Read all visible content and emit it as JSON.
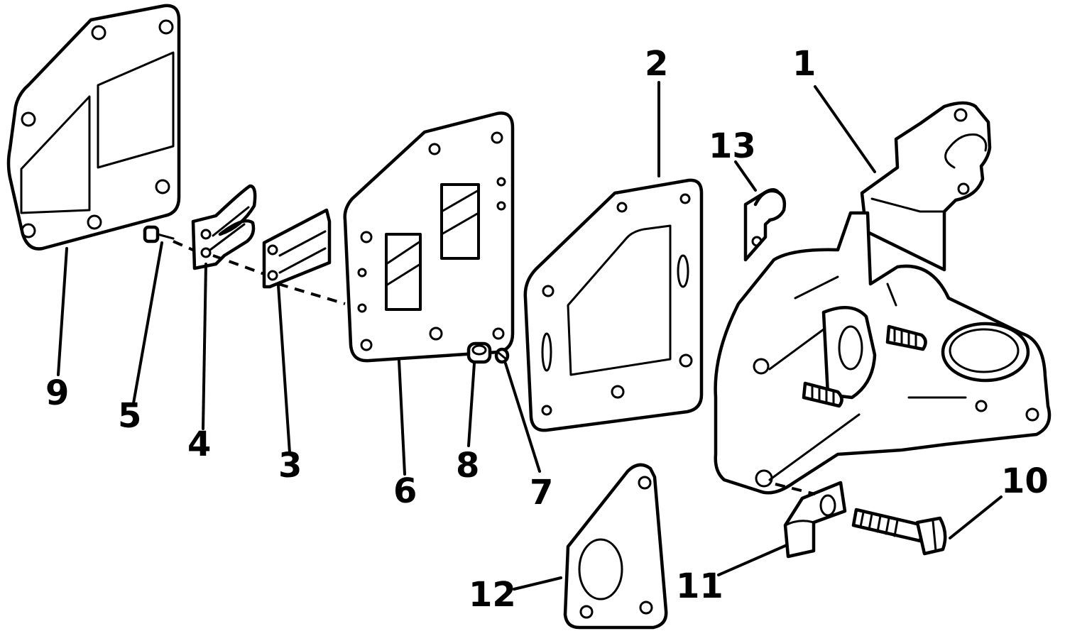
{
  "colors": {
    "ink": "#000000",
    "paper": "#ffffff"
  },
  "callouts": [
    {
      "id": "1",
      "text": "1"
    },
    {
      "id": "2",
      "text": "2"
    },
    {
      "id": "3",
      "text": "3"
    },
    {
      "id": "4",
      "text": "4"
    },
    {
      "id": "5",
      "text": "5"
    },
    {
      "id": "6",
      "text": "6"
    },
    {
      "id": "7",
      "text": "7"
    },
    {
      "id": "8",
      "text": "8"
    },
    {
      "id": "9",
      "text": "9"
    },
    {
      "id": "10",
      "text": "10"
    },
    {
      "id": "11",
      "text": "11"
    },
    {
      "id": "12",
      "text": "12"
    },
    {
      "id": "13",
      "text": "13"
    }
  ]
}
